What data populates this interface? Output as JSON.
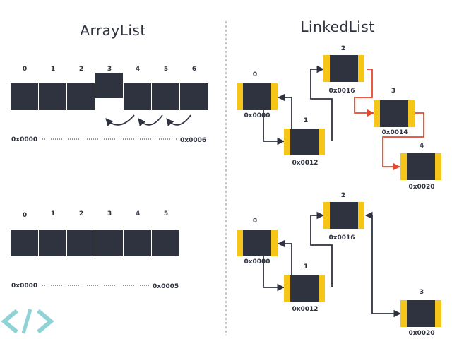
{
  "arraylist": {
    "title": "ArrayList",
    "before": {
      "indices": [
        "0",
        "1",
        "2",
        "3",
        "4",
        "5",
        "6"
      ],
      "start_address": "0x0000",
      "end_address": "0x0006",
      "removed_index": "3"
    },
    "after": {
      "indices": [
        "0",
        "1",
        "2",
        "3",
        "4",
        "5"
      ],
      "start_address": "0x0000",
      "end_address": "0x0005"
    }
  },
  "linkedlist": {
    "title": "LinkedList",
    "before": {
      "nodes": [
        {
          "index": "0",
          "address": "0x0000"
        },
        {
          "index": "1",
          "address": "0x0012"
        },
        {
          "index": "2",
          "address": "0x0016"
        },
        {
          "index": "3",
          "address": "0x0014"
        },
        {
          "index": "4",
          "address": "0x0020"
        }
      ]
    },
    "after": {
      "nodes": [
        {
          "index": "0",
          "address": "0x0000"
        },
        {
          "index": "1",
          "address": "0x0012"
        },
        {
          "index": "2",
          "address": "0x0016"
        },
        {
          "index": "3",
          "address": "0x0020"
        }
      ]
    }
  },
  "logo": {
    "text": "</>"
  },
  "colors": {
    "cell": "#2f3340",
    "node_side": "#f5c518",
    "link": "#2f3340",
    "removed_link": "#e8472e",
    "logo": "#8fd3d6",
    "divider": "#8a8f9a"
  }
}
